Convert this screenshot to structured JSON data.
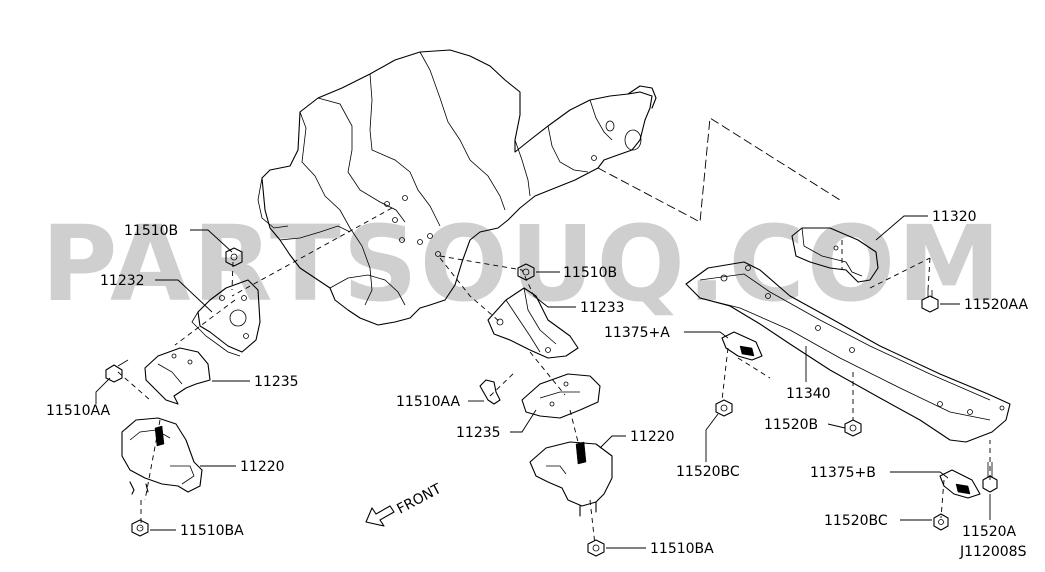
{
  "watermark": "PARTSOUQ.COM",
  "diagram_id": "J112008S",
  "direction": {
    "label": "FRONT"
  },
  "callouts": [
    {
      "id": "11510B-left",
      "text": "11510B"
    },
    {
      "id": "11232",
      "text": "11232"
    },
    {
      "id": "11510AA-left",
      "text": "11510AA"
    },
    {
      "id": "11235-left",
      "text": "11235"
    },
    {
      "id": "11220-left",
      "text": "11220"
    },
    {
      "id": "11510BA-left",
      "text": "11510BA"
    },
    {
      "id": "11510B-right",
      "text": "11510B"
    },
    {
      "id": "11233",
      "text": "11233"
    },
    {
      "id": "11510AA-right",
      "text": "11510AA"
    },
    {
      "id": "11235-right",
      "text": "11235"
    },
    {
      "id": "11220-right",
      "text": "11220"
    },
    {
      "id": "11510BA-right",
      "text": "11510BA"
    },
    {
      "id": "11320",
      "text": "11320"
    },
    {
      "id": "11520AA",
      "text": "11520AA"
    },
    {
      "id": "11375A",
      "text": "11375+A"
    },
    {
      "id": "11340",
      "text": "11340"
    },
    {
      "id": "11520B",
      "text": "11520B"
    },
    {
      "id": "11520BC-top",
      "text": "11520BC"
    },
    {
      "id": "11375B",
      "text": "11375+B"
    },
    {
      "id": "11520BC-bottom",
      "text": "11520BC"
    },
    {
      "id": "11520A",
      "text": "11520A"
    }
  ]
}
